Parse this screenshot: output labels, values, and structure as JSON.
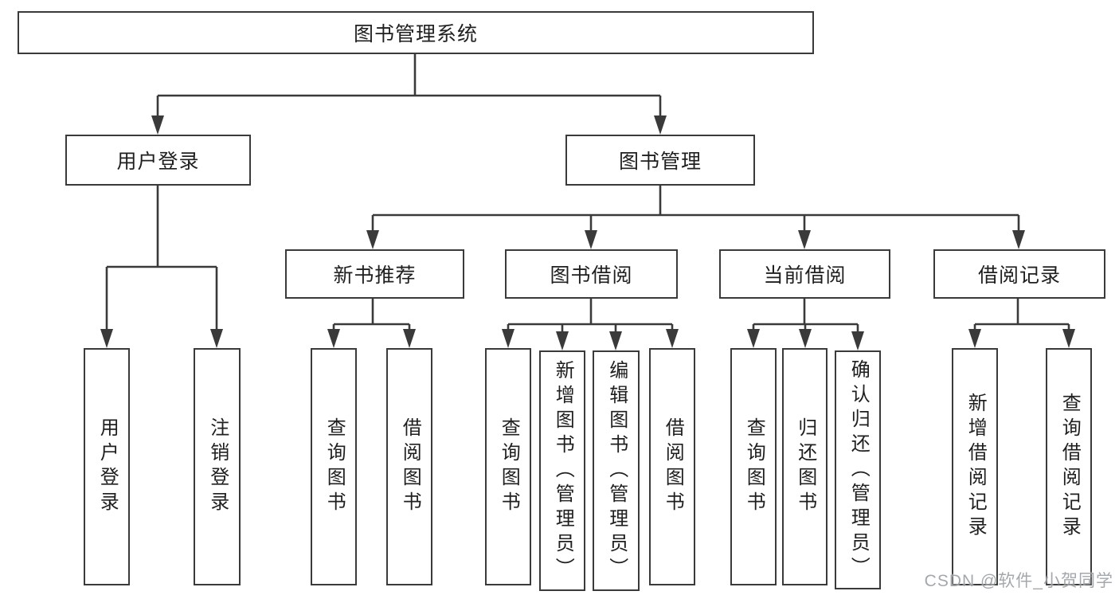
{
  "diagram": {
    "type": "tree",
    "colors": {
      "line": "#3a3a3a",
      "box_border": "#3a3a3a",
      "text": "#1f1f1f",
      "background": "#ffffff",
      "watermark": "#94999e"
    },
    "tree": {
      "root": {
        "label": "图书管理系统"
      },
      "branches": [
        {
          "label": "用户登录",
          "children": [
            {
              "label": "用户登录"
            },
            {
              "label": "注销登录"
            }
          ]
        },
        {
          "label": "图书管理",
          "children": [
            {
              "label": "新书推荐",
              "children": [
                {
                  "label": "查询图书"
                },
                {
                  "label": "借阅图书"
                }
              ]
            },
            {
              "label": "图书借阅",
              "children": [
                {
                  "label": "查询图书"
                },
                {
                  "label": "新增图书（管理员）"
                },
                {
                  "label": "编辑图书（管理员）"
                },
                {
                  "label": "借阅图书"
                }
              ]
            },
            {
              "label": "当前借阅",
              "children": [
                {
                  "label": "查询图书"
                },
                {
                  "label": "归还图书"
                },
                {
                  "label": "确认归还（管理员）"
                }
              ]
            },
            {
              "label": "借阅记录",
              "children": [
                {
                  "label": "新增借阅记录"
                },
                {
                  "label": "查询借阅记录"
                }
              ]
            }
          ]
        }
      ]
    }
  },
  "watermark": {
    "text": "CSDN @软件_小贺同学"
  }
}
